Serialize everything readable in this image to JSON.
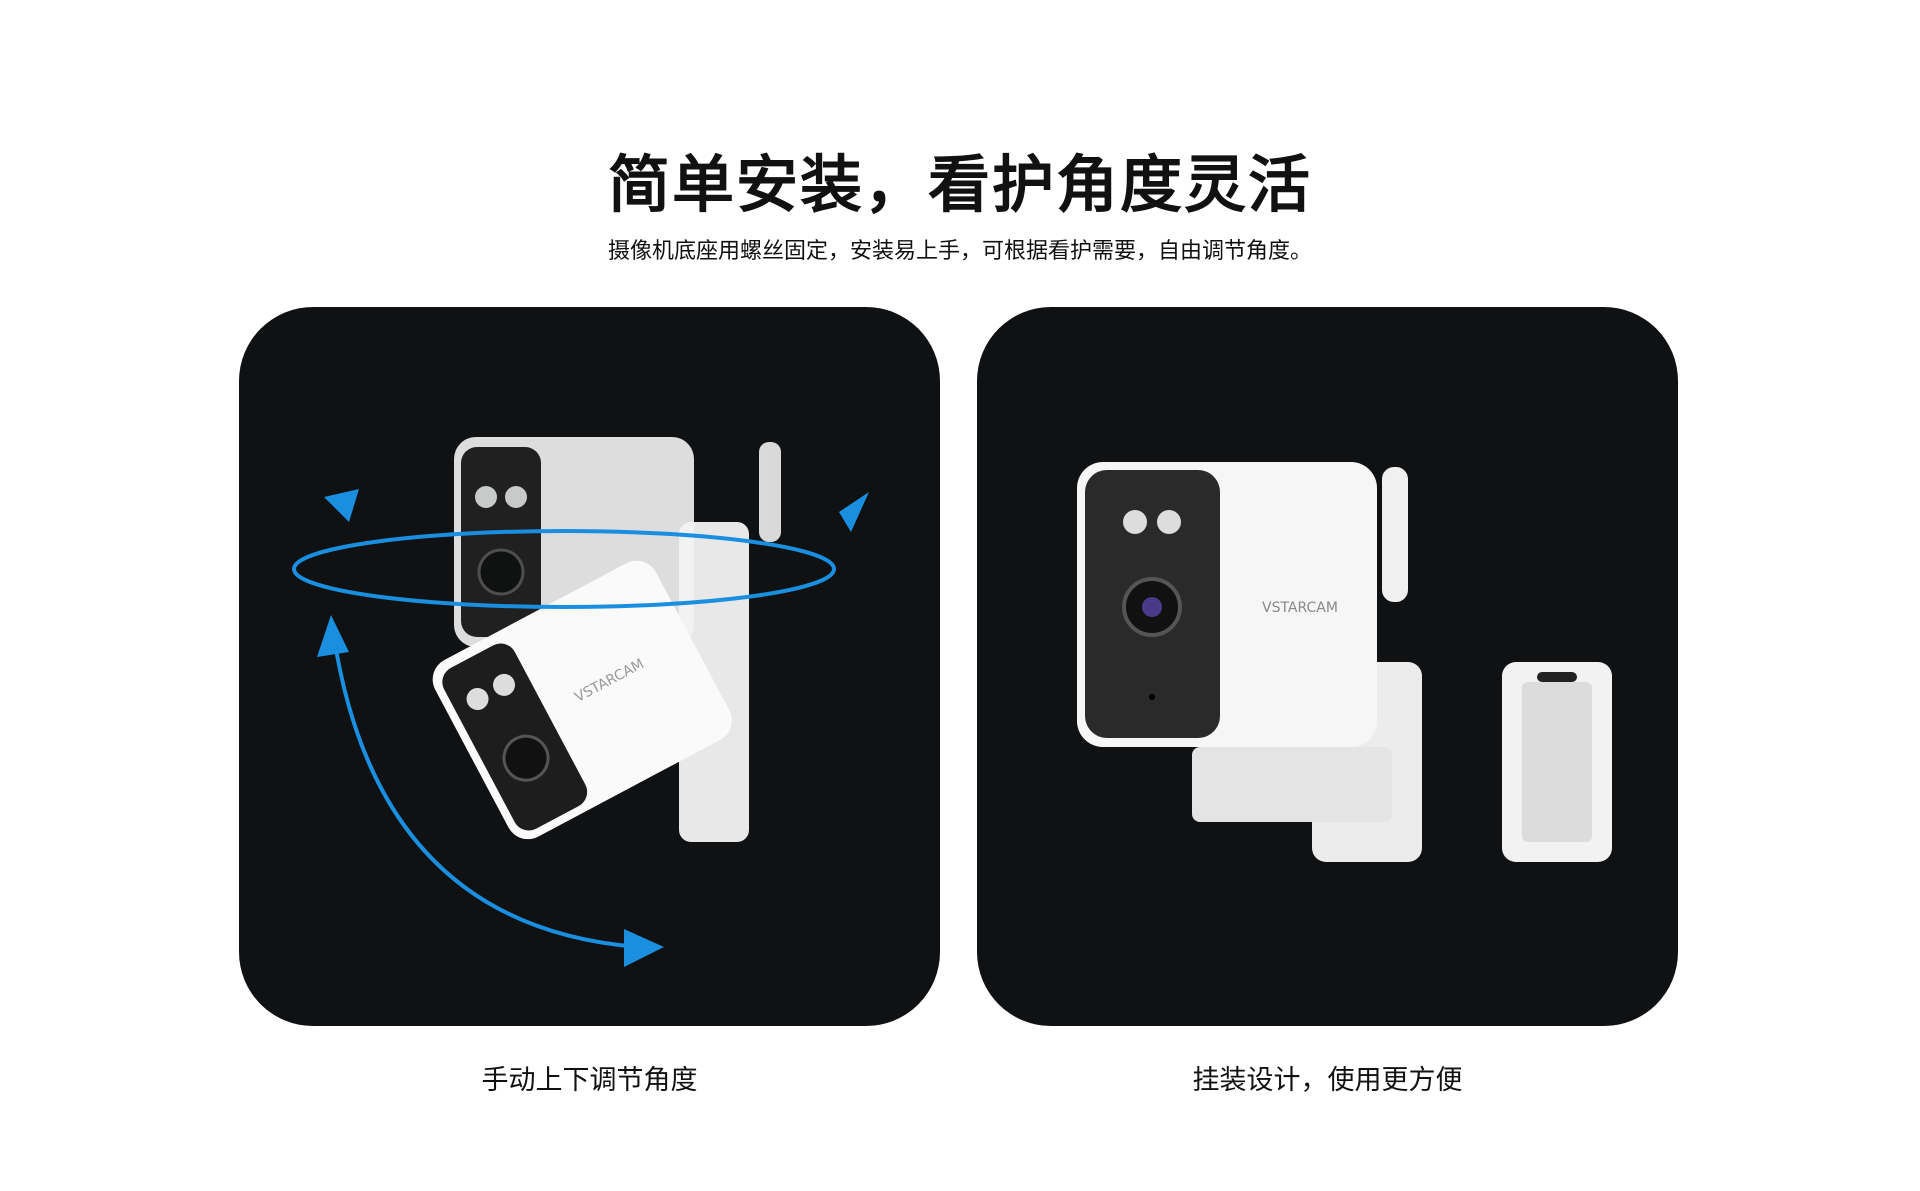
{
  "header": {
    "title": "简单安装，看护角度灵活",
    "subtitle": "摄像机底座用螺丝固定，安装易上手，可根据看护需要，自由调节角度。"
  },
  "panels": [
    {
      "caption": "手动上下调节角度",
      "image": "camera-rotation-illustration"
    },
    {
      "caption": "挂装设计，使用更方便",
      "image": "camera-wall-mount-illustration"
    }
  ],
  "brand_logo": "VSTARCAM",
  "colors": {
    "panel_bg": "#0f1113",
    "arrow": "#1a8fe0",
    "camera_body": "#f4f4f4"
  }
}
